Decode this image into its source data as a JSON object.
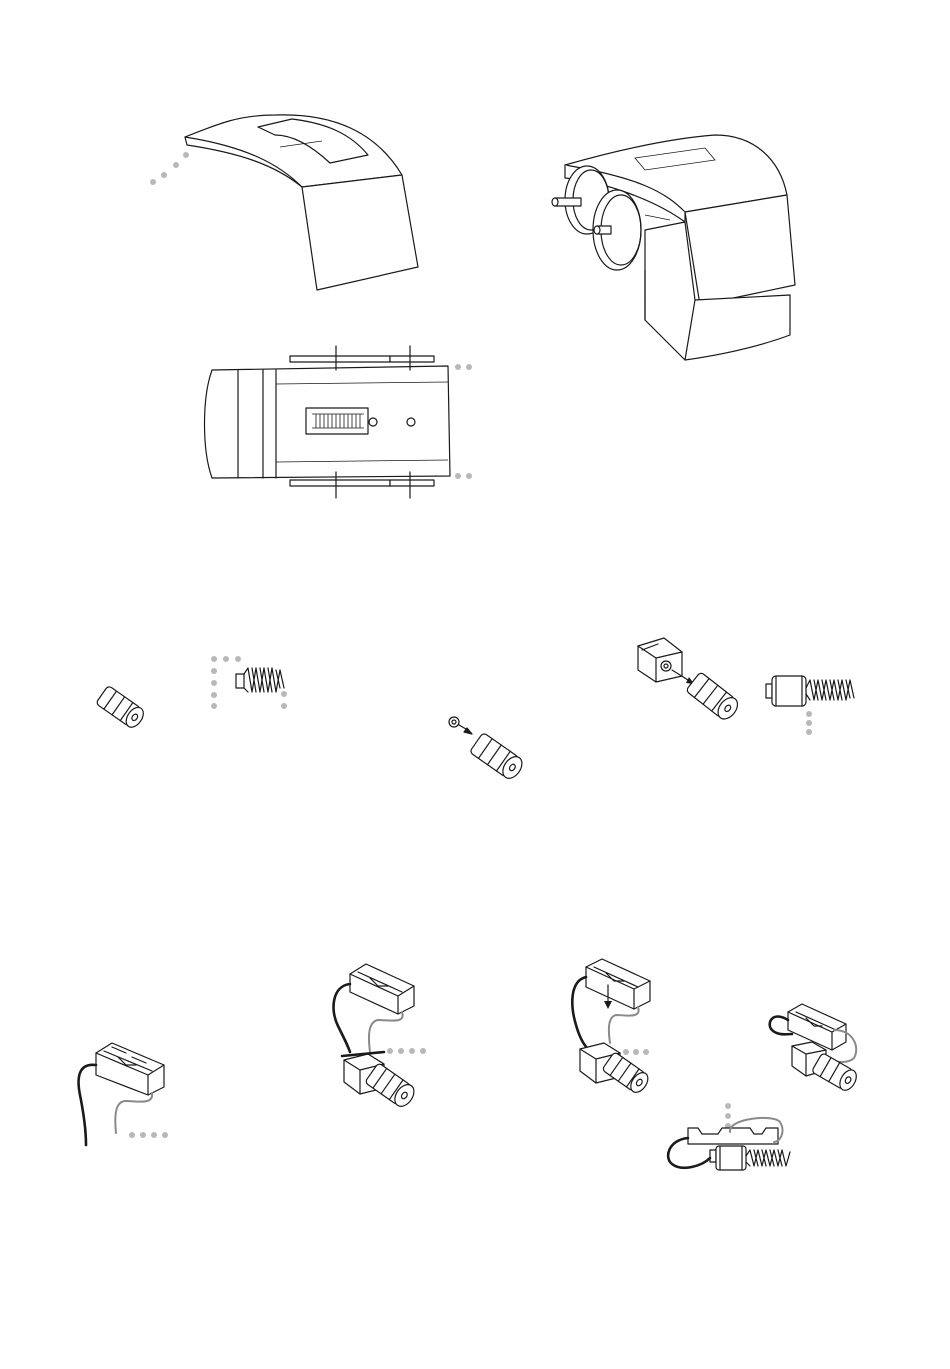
{
  "page": {
    "background": "#ffffff",
    "line_color": "#1a1a1a",
    "callout_dot_color": "#b8b8b8",
    "light_wire_color": "#8a8a8a"
  },
  "figures": [
    {
      "id": "cardboard-cover",
      "icon": "folded-cover-icon"
    },
    {
      "id": "assembled-body-with-wheels",
      "icon": "wheeled-body-icon"
    },
    {
      "id": "top-view-chassis",
      "icon": "chassis-top-view-icon"
    },
    {
      "id": "single-spool",
      "icon": "spool-icon"
    },
    {
      "id": "worm-gear",
      "icon": "worm-gear-icon"
    },
    {
      "id": "pin-into-spool",
      "icon": "pin-insert-icon"
    },
    {
      "id": "motor-into-spool",
      "icon": "motor-spool-icon"
    },
    {
      "id": "motor-with-worm",
      "icon": "motor-worm-icon"
    },
    {
      "id": "battery-holder",
      "icon": "battery-holder-icon"
    },
    {
      "id": "battery-on-motor",
      "icon": "battery-motor-icon"
    },
    {
      "id": "battery-drop-onto-motor",
      "icon": "battery-drop-icon"
    },
    {
      "id": "wired-assembly",
      "icon": "wired-assembly-icon"
    },
    {
      "id": "side-assembly",
      "icon": "side-assembly-icon"
    }
  ]
}
